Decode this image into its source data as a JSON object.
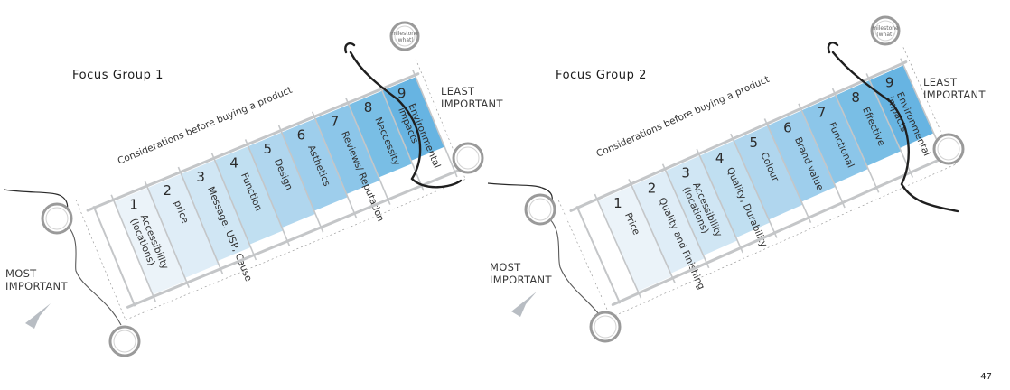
{
  "page_number": "47",
  "colors": {
    "scale_light": "#e9f2f8",
    "scale_dark": "#5aaee0",
    "frame": "#c4c6c8",
    "dashed": "#9c9c9c",
    "arrow": "#b8bdc3"
  },
  "groups": [
    {
      "title": "Focus Group 1",
      "considerations": "Considerations before buying a product",
      "least": [
        "LEAST",
        "IMPORTANT"
      ],
      "most": [
        "MOST",
        "IMPORTANT"
      ],
      "milestone": [
        "milestone",
        "(what)"
      ],
      "items": [
        {
          "num": "1",
          "lines": [
            "Accessibility",
            "(locations)"
          ]
        },
        {
          "num": "2",
          "lines": [
            "price"
          ]
        },
        {
          "num": "3",
          "lines": [
            "Message, USP, Cause"
          ]
        },
        {
          "num": "4",
          "lines": [
            "Function"
          ]
        },
        {
          "num": "5",
          "lines": [
            "Design"
          ]
        },
        {
          "num": "6",
          "lines": [
            "Asthetics"
          ]
        },
        {
          "num": "7",
          "lines": [
            "Reviews/ Reputation"
          ]
        },
        {
          "num": "8",
          "lines": [
            "Neccessity"
          ]
        },
        {
          "num": "9",
          "lines": [
            "Environmental",
            "impacts"
          ]
        }
      ]
    },
    {
      "title": "Focus Group 2",
      "considerations": "Considerations before buying a product",
      "least": [
        "LEAST",
        "IMPORTANT"
      ],
      "most": [
        "MOST",
        "IMPORTANT"
      ],
      "milestone": [
        "milestone",
        "(what)"
      ],
      "items": [
        {
          "num": "1",
          "lines": [
            "Price"
          ]
        },
        {
          "num": "2",
          "lines": [
            "Quality and Finishing"
          ]
        },
        {
          "num": "3",
          "lines": [
            "Accessibility",
            "(locations)"
          ]
        },
        {
          "num": "4",
          "lines": [
            "Quality, Durability"
          ]
        },
        {
          "num": "5",
          "lines": [
            "Colour"
          ]
        },
        {
          "num": "6",
          "lines": [
            "Brand value"
          ]
        },
        {
          "num": "7",
          "lines": [
            "Functional"
          ]
        },
        {
          "num": "8",
          "lines": [
            "Effective"
          ]
        },
        {
          "num": "9",
          "lines": [
            "Environmental",
            "impacts"
          ]
        }
      ]
    }
  ]
}
